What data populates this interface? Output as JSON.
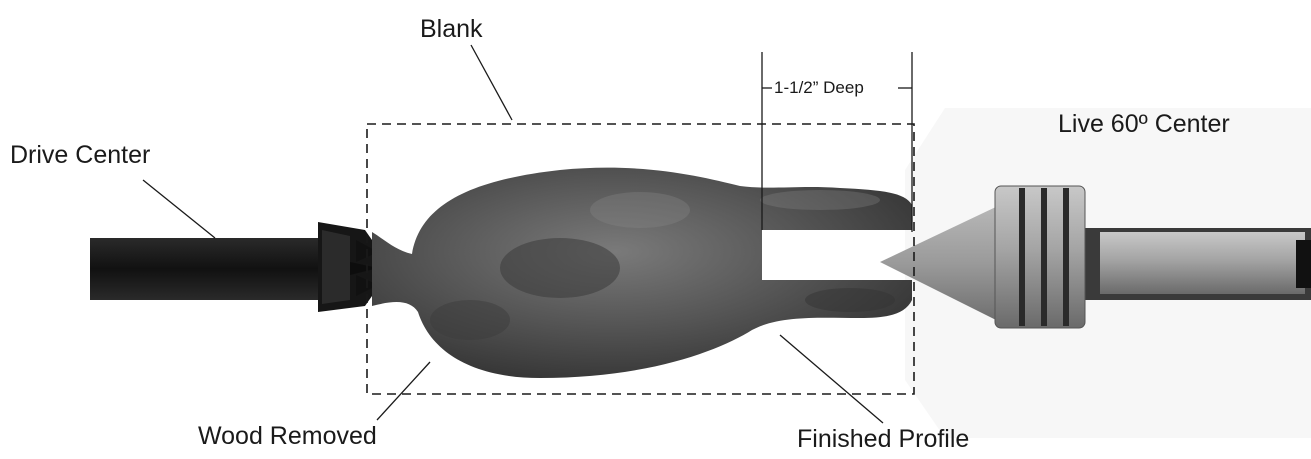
{
  "labels": {
    "blank": "Blank",
    "depth": "1-1/2” Deep",
    "live_center": "Live 60º Center",
    "drive_center": "Drive Center",
    "wood_removed": "Wood Removed",
    "finished_profile": "Finished Profile"
  },
  "colors": {
    "background": "#ffffff",
    "wood": "#4a4a4a",
    "wood_light": "#6e6e6e",
    "steel": "#9a9a9a",
    "drive_metal": "#141414",
    "line": "#1a1a1a"
  }
}
